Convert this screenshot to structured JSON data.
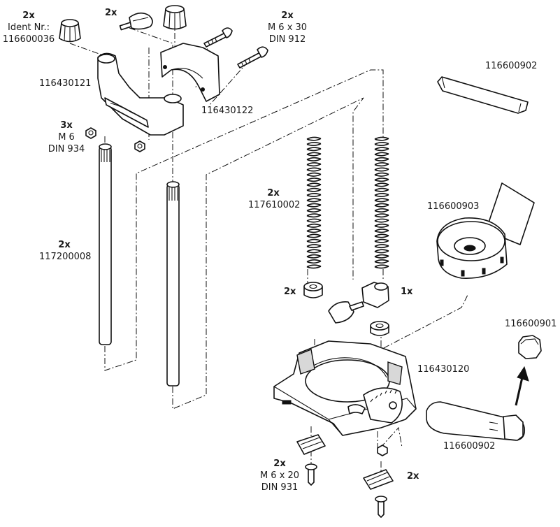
{
  "labels": {
    "knob": {
      "qty": "2x",
      "line1": "Ident Nr.:",
      "line2": "116600036"
    },
    "thumbscrew_top": {
      "qty": "2x"
    },
    "screws_top": {
      "qty": "2x",
      "line1": "M 6 x 30",
      "line2": "DIN 912"
    },
    "clamp_left": {
      "part": "116430121"
    },
    "clamp_right": {
      "part": "116430122"
    },
    "nuts_top": {
      "qty": "3x",
      "line1": "M 6",
      "line2": "DIN 934"
    },
    "wrench": {
      "part": "116600902"
    },
    "springs": {
      "qty": "2x",
      "part": "117610002"
    },
    "dust_hood": {
      "part": "116600903"
    },
    "rods": {
      "qty": "2x",
      "part": "117200008"
    },
    "washers": {
      "qty": "2x"
    },
    "thumb_block": {
      "qty": "1x"
    },
    "cap": {
      "part": "116600901"
    },
    "base": {
      "part": "116430120"
    },
    "handle": {
      "part": "116600902"
    },
    "feet_left": {
      "qty": "2x",
      "line1": "M 6 x 20",
      "line2": "DIN 931"
    },
    "feet_right": {
      "qty": "2x"
    }
  }
}
